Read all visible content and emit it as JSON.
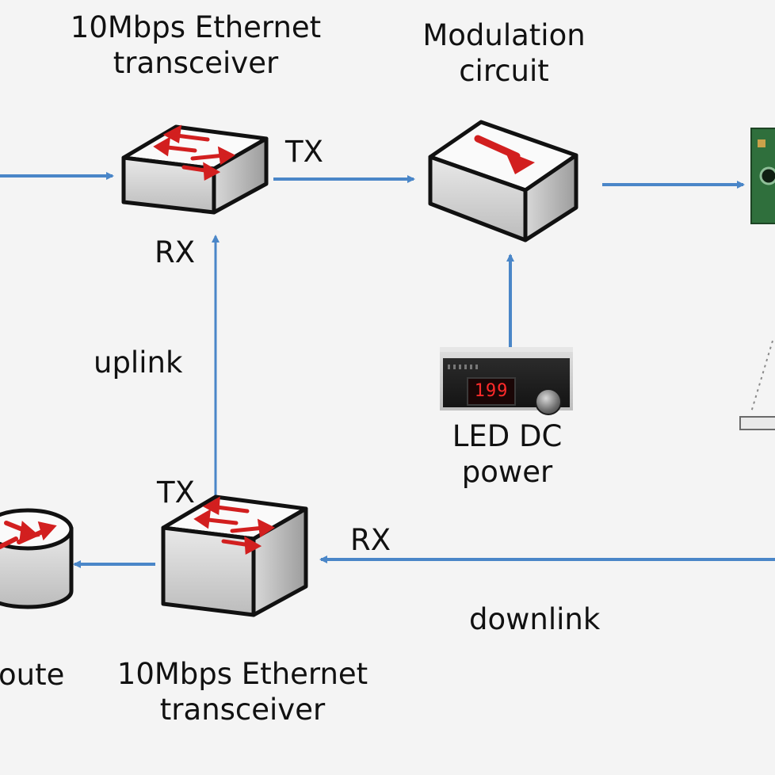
{
  "nodes": {
    "top_transceiver": {
      "label_line1": "10Mbps Ethernet",
      "label_line2": "transceiver",
      "tx": "TX",
      "rx": "RX"
    },
    "modulation": {
      "label_line1": "Modulation",
      "label_line2": "circuit"
    },
    "power": {
      "label_line1": "LED DC",
      "label_line2": "power",
      "display_value": "199"
    },
    "bottom_transceiver": {
      "label_line1": "10Mbps Ethernet",
      "label_line2": "transceiver",
      "tx": "TX",
      "rx": "RX"
    },
    "router": {
      "label_partial": "oute"
    }
  },
  "links": {
    "uplink": "uplink",
    "downlink": "downlink"
  },
  "colors": {
    "arrow": "#4a86c8",
    "switch_icon_arrow": "#d21f1f",
    "box_outline": "#111111",
    "box_face": "#ffffff",
    "box_side": "#c7c7c7",
    "device_board": "#2f6f3c"
  },
  "icons": [
    "switch-icon",
    "modulation-icon",
    "router-icon",
    "power-supply-icon",
    "receiver-board-icon"
  ]
}
